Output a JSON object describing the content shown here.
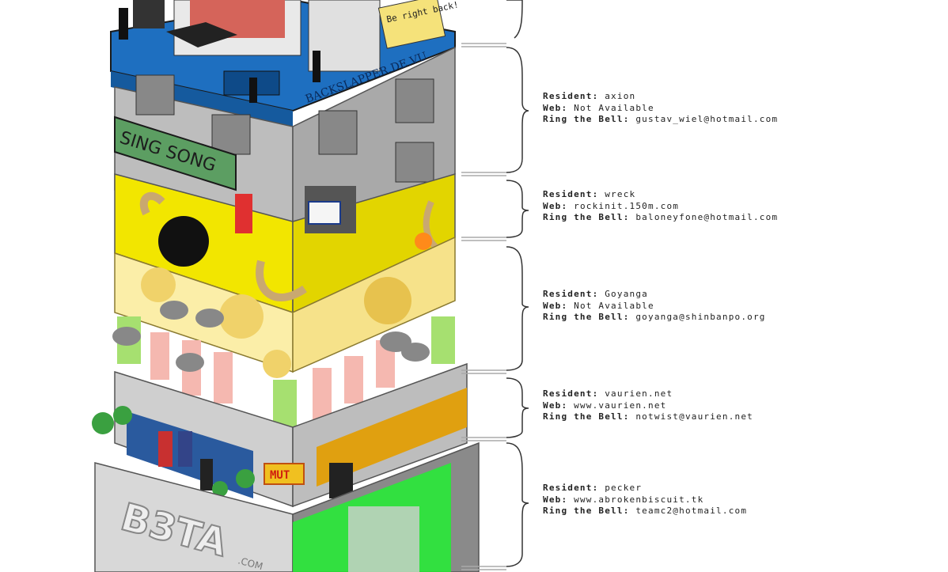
{
  "tower": {
    "top_sign": "BACKSLAPPER.DE.VU",
    "note": "Be right back!",
    "banner": "SING SONG",
    "sign_mut": "MUT",
    "bottom_letters": "B3TA",
    "bottom_suffix": ".COM"
  },
  "labels": {
    "resident": "Resident:",
    "web": "Web:",
    "bell": "Ring the Bell:"
  },
  "residents": [
    {
      "name": "axion",
      "web": "Not Available",
      "bell": "gustav_wiel@hotmail.com"
    },
    {
      "name": "wreck",
      "web": "rockinit.150m.com",
      "bell": "baloneyfone@hotmail.com"
    },
    {
      "name": "Goyanga",
      "web": "Not Available",
      "bell": "goyanga@shinbanpo.org"
    },
    {
      "name": "vaurien.net",
      "web": "www.vaurien.net",
      "bell": "notwist@vaurien.net"
    },
    {
      "name": "pecker",
      "web": "www.abrokenbiscuit.tk",
      "bell": "teamc2@hotmail.com"
    }
  ],
  "colors": {
    "roof_blue": "#1e6fc0",
    "concrete": "#b5b5b5",
    "cheese": "#fbeea8",
    "yellow": "#f2e600",
    "green": "#22ee33"
  }
}
